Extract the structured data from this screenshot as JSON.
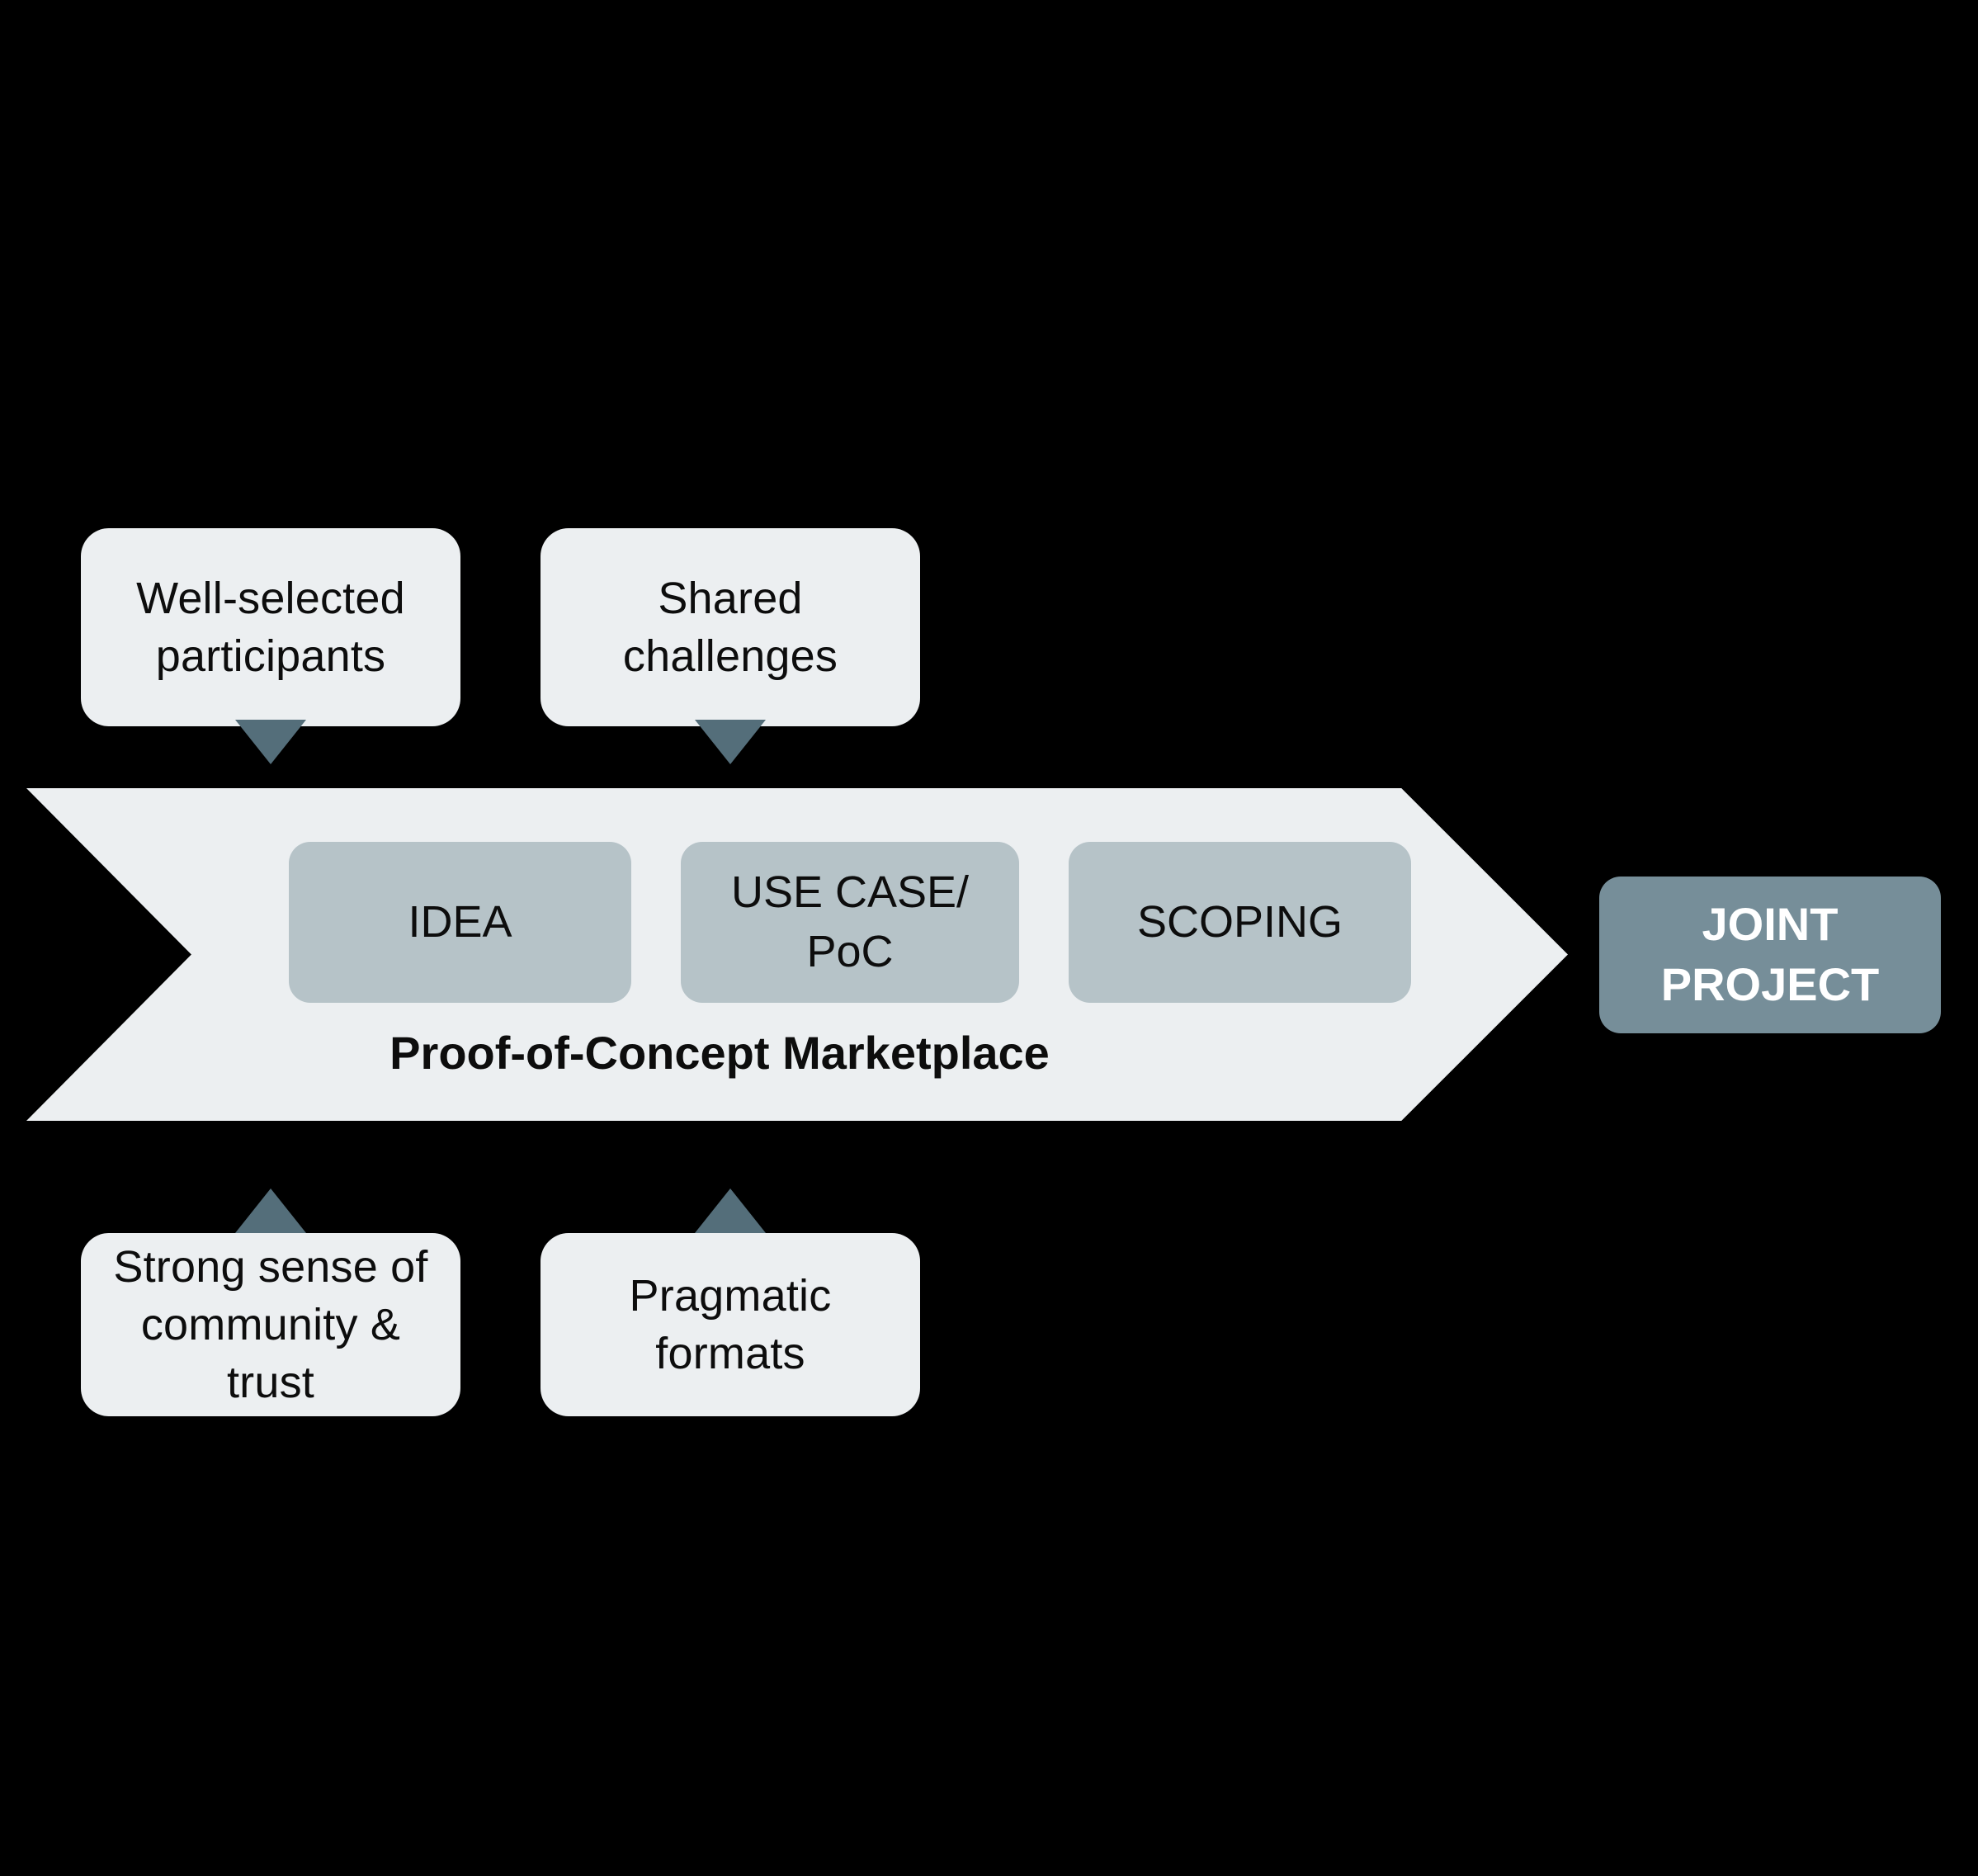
{
  "diagram": {
    "title": "Proof-of-Concept Marketplace",
    "colors": {
      "background": "#000000",
      "card": "#eceff1",
      "chip": "#b6c3c8",
      "arrow_connector": "#546e7a",
      "outcome": "#768e99",
      "text_dark": "#0d0d0d",
      "text_light": "#ffffff"
    },
    "top_inputs": [
      {
        "label": "Well-selected\nparticipants",
        "connector": "down-triangle"
      },
      {
        "label": "Shared challenges",
        "connector": "down-triangle"
      }
    ],
    "bottom_inputs": [
      {
        "label": "Strong sense of\ncommunity & trust",
        "connector": "up-triangle"
      },
      {
        "label": "Pragmatic formats",
        "connector": "up-triangle"
      }
    ],
    "process": {
      "banner_title": "Proof-of-Concept Marketplace",
      "stages": [
        {
          "label": "IDEA"
        },
        {
          "label": "USE CASE/\nPoC"
        },
        {
          "label": "SCOPING"
        }
      ]
    },
    "outcome": {
      "label": "JOINT\nPROJECT"
    }
  }
}
